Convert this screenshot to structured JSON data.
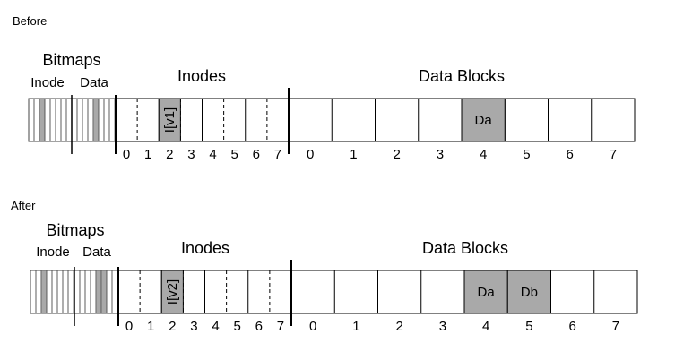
{
  "diagram": {
    "before": {
      "caption": "Before",
      "bitmaps_label": "Bitmaps",
      "inode_bitmap_label": "Inode",
      "data_bitmap_label": "Data",
      "inodes_label": "Inodes",
      "data_blocks_label": "Data Blocks",
      "inode_bitmap_shaded": [
        2
      ],
      "data_bitmap_shaded": [
        4
      ],
      "inode_indices": [
        "0",
        "1",
        "2",
        "3",
        "4",
        "5",
        "6",
        "7"
      ],
      "inode_contents": {
        "2": "I[v1]"
      },
      "data_indices": [
        "0",
        "1",
        "2",
        "3",
        "4",
        "5",
        "6",
        "7"
      ],
      "data_contents": {
        "4": "Da"
      }
    },
    "after": {
      "caption": "After",
      "bitmaps_label": "Bitmaps",
      "inode_bitmap_label": "Inode",
      "data_bitmap_label": "Data",
      "inodes_label": "Inodes",
      "data_blocks_label": "Data Blocks",
      "inode_bitmap_shaded": [
        2
      ],
      "data_bitmap_shaded": [
        4,
        5
      ],
      "inode_indices": [
        "0",
        "1",
        "2",
        "3",
        "4",
        "5",
        "6",
        "7"
      ],
      "inode_contents": {
        "2": "I[v2]"
      },
      "data_indices": [
        "0",
        "1",
        "2",
        "3",
        "4",
        "5",
        "6",
        "7"
      ],
      "data_contents": {
        "4": "Da",
        "5": "Db"
      }
    },
    "colors": {
      "shaded": "#a9a9a9",
      "line": "#000000",
      "background": "#ffffff"
    }
  }
}
